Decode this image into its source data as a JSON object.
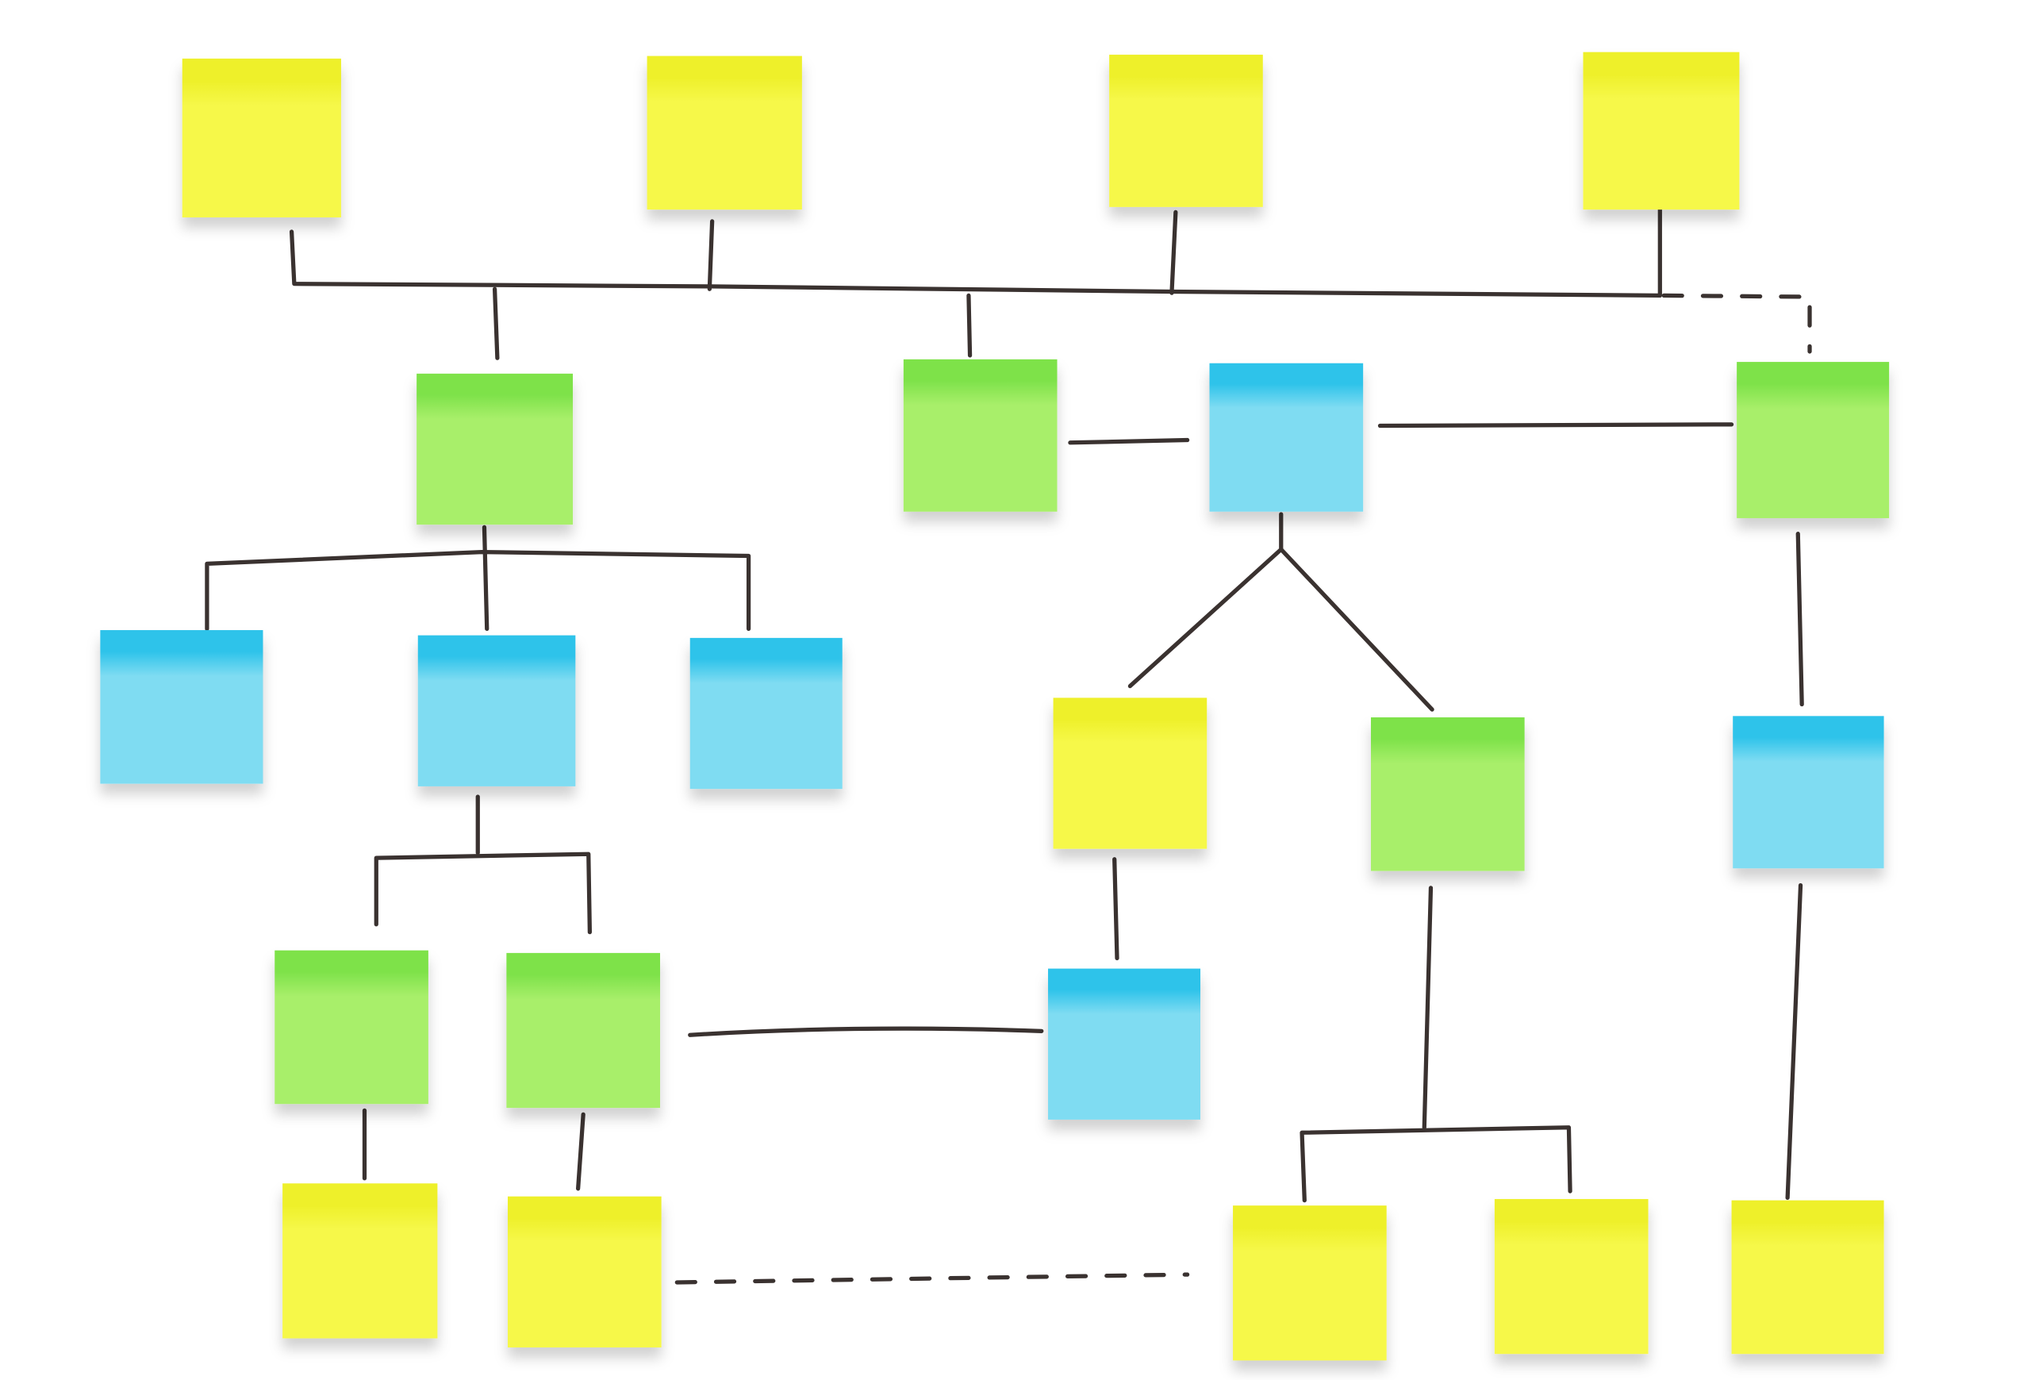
{
  "colors": {
    "background": "#ffffff",
    "marker": "#3a3230",
    "yellow": "#f6f84a",
    "yellow_top": "#eef02a",
    "green": "#a8ef6a",
    "green_top": "#7ee24a",
    "blue": "#7fdcf2",
    "blue_top": "#2ec3ea"
  },
  "notes": [
    {
      "color": "yellow"
    },
    {
      "color": "yellow"
    },
    {
      "color": "yellow"
    },
    {
      "color": "yellow"
    },
    {
      "color": "green"
    },
    {
      "color": "green"
    },
    {
      "color": "blue"
    },
    {
      "color": "green"
    },
    {
      "color": "blue"
    },
    {
      "color": "blue"
    },
    {
      "color": "blue"
    },
    {
      "color": "yellow"
    },
    {
      "color": "green"
    },
    {
      "color": "blue"
    },
    {
      "color": "green"
    },
    {
      "color": "green"
    },
    {
      "color": "blue"
    },
    {
      "color": "yellow"
    },
    {
      "color": "yellow"
    },
    {
      "color": "yellow"
    },
    {
      "color": "yellow"
    },
    {
      "color": "yellow"
    }
  ]
}
